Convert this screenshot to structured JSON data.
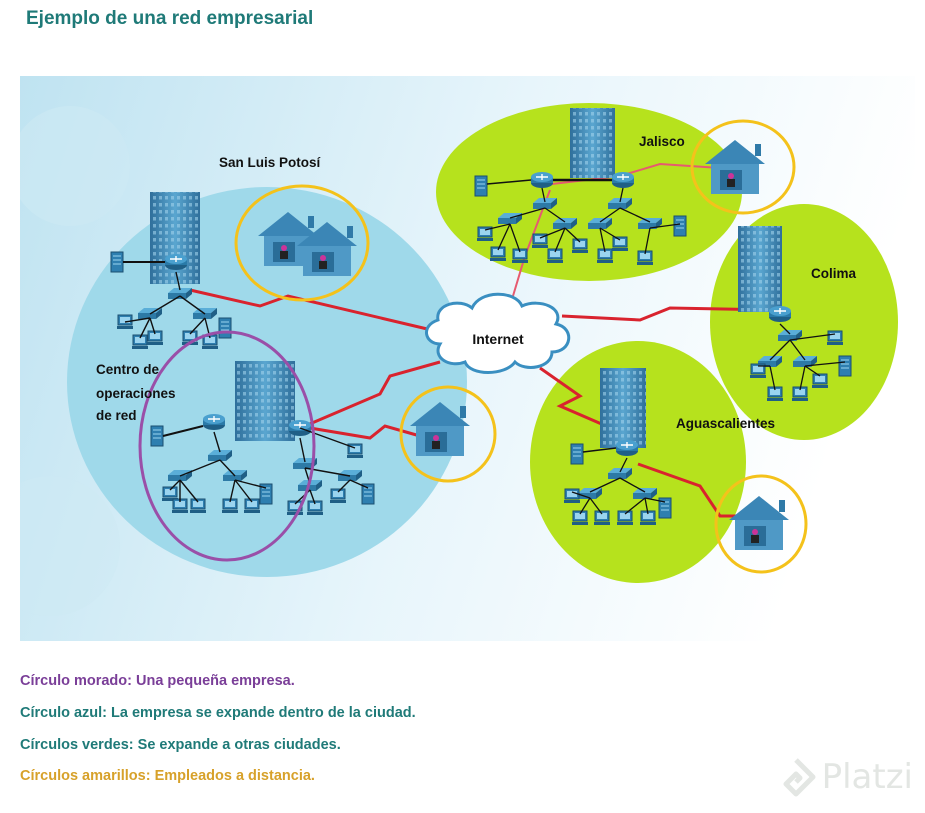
{
  "heading": "Ejemplo de una red empresarial",
  "diagram": {
    "labels": {
      "san_luis": "San Luis Potosí",
      "centro": [
        "Centro de",
        "operaciones",
        "de red"
      ],
      "internet": "Internet",
      "jalisco": "Jalisco",
      "colima": "Colima",
      "aguascalientes": "Aguascalientes"
    },
    "colors": {
      "blue_region": "#9fd9ea",
      "green_region": "#b6e21d",
      "purple_ring": "#9a4fa8",
      "yellow_ring": "#f4c21b",
      "wan_link": "#d9232e",
      "building": "#3f86b4"
    }
  },
  "captions": {
    "purple": "Círculo morado: Una pequeña empresa.",
    "blue": "Círculo azul: La empresa se expande dentro de la ciudad.",
    "green": "Círculos verdes: Se expande a otras ciudades.",
    "yellow": "Círculos amarillos: Empleados a distancia."
  },
  "watermark": {
    "brand": "Platzi",
    "icon": "platzi-logo-icon"
  }
}
